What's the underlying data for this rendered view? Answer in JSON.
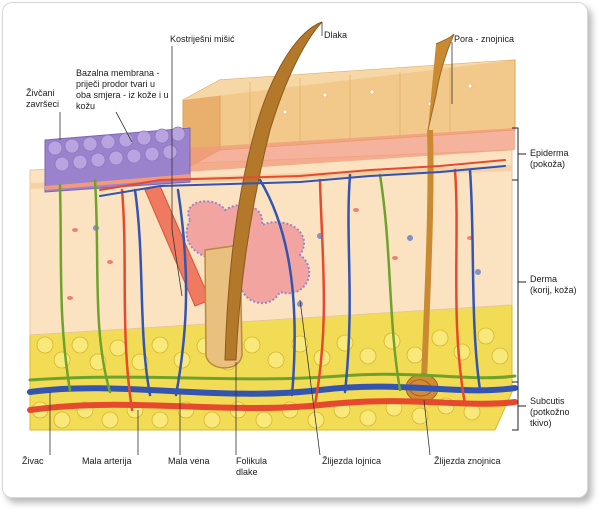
{
  "labels": {
    "kostrijesni_misic": "Kostriješni mišić",
    "dlaka": "Dlaka",
    "pora": "Pora - znojnica",
    "bazalna": "Bazalna membrana -\npriječi prodor tvari u\noba smjera - iz kože i u\nkožu",
    "zivcani": "Živčani\nzavršeci",
    "epiderma": "Epiderma\n(pokoža)",
    "derma": "Derma\n(korij, koža)",
    "subcutis": "Subcutis\n(potkožno\ntkivo)",
    "zivac": "Živac",
    "mala_arterija": "Mala arterija",
    "mala_vena": "Mala vena",
    "folikula": "Folikula\ndlake",
    "lojnica": "Žlijezda lojnica",
    "znojnica": "Žlijezda znojnica"
  },
  "colors": {
    "epidermis": "#f2c98a",
    "epidermis_dark": "#e0a962",
    "dermis": "#fbe3c2",
    "fat": "#f3dc55",
    "artery": "#e64a2e",
    "vein": "#3354b0",
    "nerve": "#6ea22c",
    "hair": "#b4782a",
    "basal": "#a18ad1",
    "sebaceous": "#f2a5a0"
  }
}
